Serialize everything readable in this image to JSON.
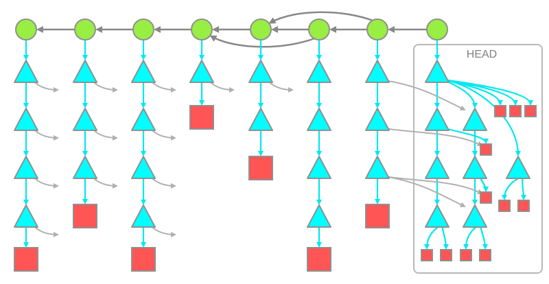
{
  "head": {
    "label": "HEAD"
  },
  "colors": {
    "commit": "#99ee44",
    "tree": "#00ffff",
    "blob": "#ff5555",
    "stroke": "#909090",
    "link": "#00e8f0",
    "ref": "#b0b0b0",
    "parent": "#888888",
    "box": "#b8b8b8"
  },
  "icons": {
    "commit": "circle",
    "tree": "triangle",
    "blob": "square"
  },
  "nodes": {
    "commits": [
      "c1",
      "c2",
      "c3",
      "c4",
      "c5",
      "c6",
      "c7",
      "c8"
    ],
    "trees": [
      "t1a",
      "t1b",
      "t1c",
      "t1d",
      "t2a",
      "t2b",
      "t2c",
      "t3a",
      "t3b",
      "t3c",
      "t3d",
      "t4a",
      "t5a",
      "t5b",
      "t6a",
      "t6b",
      "t6c",
      "t6d",
      "t7a",
      "t7b",
      "t7c",
      "t8a",
      "t8b",
      "t8c",
      "t8d",
      "t8e",
      "t8f",
      "t8g",
      "t8h"
    ],
    "blobs": [
      "b1",
      "b2",
      "b3",
      "b4",
      "b5",
      "b6",
      "b7",
      "b8a",
      "b8b",
      "b8c",
      "b8d",
      "b8e",
      "b8f",
      "b8g",
      "b8h",
      "b8i",
      "b8j",
      "b8k",
      "b8l"
    ]
  },
  "edges": {
    "parent": [
      [
        "c2",
        "c1"
      ],
      [
        "c3",
        "c2"
      ],
      [
        "c4",
        "c3"
      ],
      [
        "c5",
        "c4"
      ],
      [
        "c6",
        "c5"
      ],
      [
        "c7",
        "c6"
      ],
      [
        "c8",
        "c7"
      ],
      [
        "c7",
        "c5"
      ],
      [
        "c6",
        "c4"
      ]
    ],
    "contains": [
      [
        "c1",
        "t1a"
      ],
      [
        "t1a",
        "t1b"
      ],
      [
        "t1b",
        "t1c"
      ],
      [
        "t1c",
        "t1d"
      ],
      [
        "t1d",
        "b1"
      ],
      [
        "c2",
        "t2a"
      ],
      [
        "t2a",
        "t2b"
      ],
      [
        "t2b",
        "t2c"
      ],
      [
        "t2c",
        "b2"
      ],
      [
        "c3",
        "t3a"
      ],
      [
        "t3a",
        "t3b"
      ],
      [
        "t3b",
        "t3c"
      ],
      [
        "t3c",
        "t3d"
      ],
      [
        "t3d",
        "b3"
      ],
      [
        "c4",
        "t4a"
      ],
      [
        "t4a",
        "b4"
      ],
      [
        "c5",
        "t5a"
      ],
      [
        "t5a",
        "t5b"
      ],
      [
        "t5b",
        "b5"
      ],
      [
        "c6",
        "t6a"
      ],
      [
        "t6a",
        "t6b"
      ],
      [
        "t6b",
        "t6c"
      ],
      [
        "t6c",
        "t6d"
      ],
      [
        "t6d",
        "b6"
      ],
      [
        "c7",
        "t7a"
      ],
      [
        "t7a",
        "t7b"
      ],
      [
        "t7b",
        "t7c"
      ],
      [
        "t7c",
        "b7"
      ],
      [
        "c8",
        "t8a"
      ],
      [
        "t8a",
        "t8b"
      ],
      [
        "t8b",
        "t8c"
      ],
      [
        "t8c",
        "t8d"
      ],
      [
        "t8a",
        "t8e"
      ],
      [
        "t8a",
        "b8a"
      ],
      [
        "t8a",
        "b8b"
      ],
      [
        "t8a",
        "b8c"
      ],
      [
        "t8a",
        "t8f"
      ],
      [
        "t8b",
        "b8d"
      ],
      [
        "t8e",
        "t8g"
      ],
      [
        "t8g",
        "b8e"
      ],
      [
        "t8e",
        "t8h"
      ],
      [
        "t8f",
        "b8f"
      ],
      [
        "t8f",
        "b8g"
      ],
      [
        "t8d",
        "b8h"
      ],
      [
        "t8d",
        "b8i"
      ],
      [
        "t8h",
        "b8j"
      ],
      [
        "t8h",
        "b8k"
      ],
      [
        "t8g",
        "b8l"
      ]
    ],
    "shared": [
      [
        "t7a",
        "t8e"
      ],
      [
        "t7b",
        "b8d"
      ],
      [
        "t7c",
        "t8h"
      ],
      [
        "t7c",
        "b8l"
      ]
    ]
  }
}
